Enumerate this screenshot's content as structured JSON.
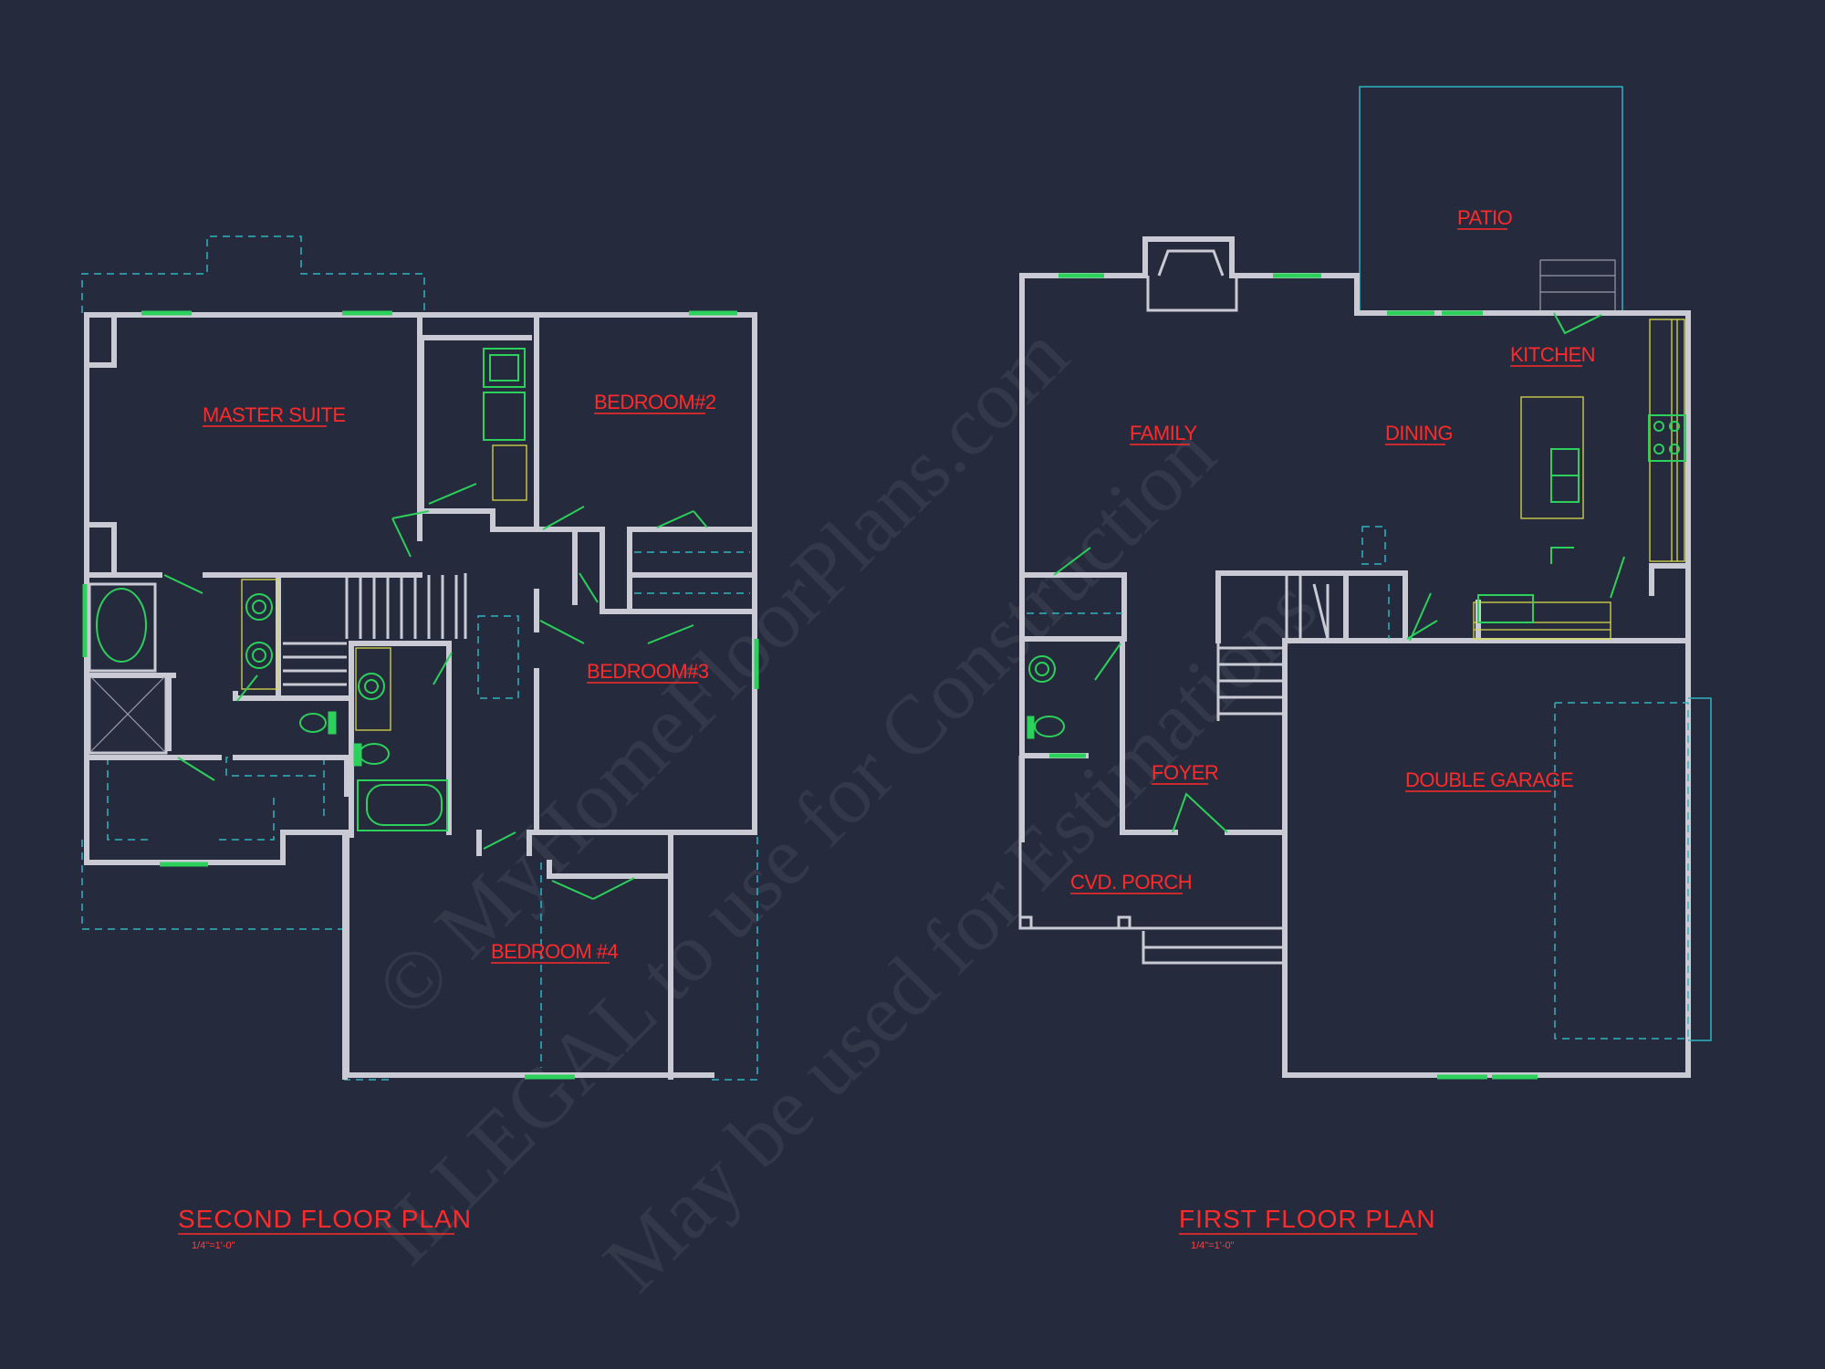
{
  "second_floor": {
    "title": "SECOND FLOOR PLAN",
    "scale": "1/4\"=1'-0\"",
    "rooms": {
      "master_suite": "MASTER SUITE",
      "bedroom2": "BEDROOM#2",
      "bedroom3": "BEDROOM#3",
      "bedroom4": "BEDROOM #4"
    }
  },
  "first_floor": {
    "title": "FIRST FLOOR PLAN",
    "scale": "1/4\"=1'-0\"",
    "rooms": {
      "patio": "PATIO",
      "kitchen": "KITCHEN",
      "family": "FAMILY",
      "dining": "DINING",
      "foyer": "FOYER",
      "double_garage": "DOUBLE GARAGE",
      "cvd_porch": "CVD. PORCH"
    }
  },
  "watermark": {
    "line1": "© MyHomeFloorPlans.com",
    "line2": "ILLEGAL to use for Construction",
    "line3": "May be used for Estimations"
  },
  "colors": {
    "background": "#252a3d",
    "walls": "#c9cad3",
    "labels": "#ff2a2a",
    "fixtures": "#2bd15a",
    "outline": "#2fb5c4",
    "counters": "#d9d94a"
  }
}
